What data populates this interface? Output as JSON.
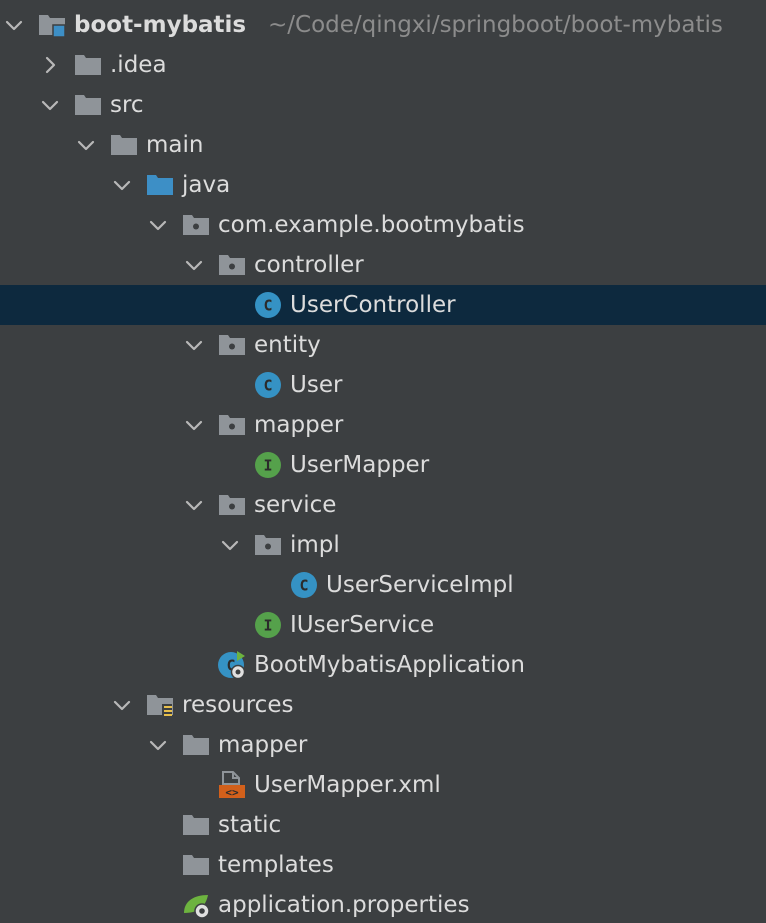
{
  "project": {
    "name": "boot-mybatis",
    "path": "~/Code/qingxi/springboot/boot-mybatis"
  },
  "tree": [
    {
      "label": "boot-mybatis",
      "depth": 0,
      "chevron": "expanded",
      "icon": "project-folder-icon",
      "bold": true,
      "has_path": true
    },
    {
      "label": ".idea",
      "depth": 1,
      "chevron": "collapsed",
      "icon": "folder-icon"
    },
    {
      "label": "src",
      "depth": 1,
      "chevron": "expanded",
      "icon": "folder-icon"
    },
    {
      "label": "main",
      "depth": 2,
      "chevron": "expanded",
      "icon": "folder-icon"
    },
    {
      "label": "java",
      "depth": 3,
      "chevron": "expanded",
      "icon": "source-folder-icon"
    },
    {
      "label": "com.example.bootmybatis",
      "depth": 4,
      "chevron": "expanded",
      "icon": "package-icon"
    },
    {
      "label": "controller",
      "depth": 5,
      "chevron": "expanded",
      "icon": "package-icon"
    },
    {
      "label": "UserController",
      "depth": 6,
      "chevron": "none",
      "icon": "class-icon",
      "selected": true
    },
    {
      "label": "entity",
      "depth": 5,
      "chevron": "expanded",
      "icon": "package-icon"
    },
    {
      "label": "User",
      "depth": 6,
      "chevron": "none",
      "icon": "class-icon"
    },
    {
      "label": "mapper",
      "depth": 5,
      "chevron": "expanded",
      "icon": "package-icon"
    },
    {
      "label": "UserMapper",
      "depth": 6,
      "chevron": "none",
      "icon": "interface-icon"
    },
    {
      "label": "service",
      "depth": 5,
      "chevron": "expanded",
      "icon": "package-icon"
    },
    {
      "label": "impl",
      "depth": 6,
      "chevron": "expanded",
      "icon": "package-icon"
    },
    {
      "label": "UserServiceImpl",
      "depth": 7,
      "chevron": "none",
      "icon": "class-icon"
    },
    {
      "label": "IUserService",
      "depth": 6,
      "chevron": "none",
      "icon": "interface-icon"
    },
    {
      "label": "BootMybatisApplication",
      "depth": 5,
      "chevron": "none",
      "icon": "spring-boot-class-icon"
    },
    {
      "label": "resources",
      "depth": 3,
      "chevron": "expanded",
      "icon": "resources-folder-icon"
    },
    {
      "label": "mapper",
      "depth": 4,
      "chevron": "expanded",
      "icon": "folder-icon"
    },
    {
      "label": "UserMapper.xml",
      "depth": 5,
      "chevron": "none",
      "icon": "xml-file-icon"
    },
    {
      "label": "static",
      "depth": 4,
      "chevron": "none",
      "icon": "folder-icon"
    },
    {
      "label": "templates",
      "depth": 4,
      "chevron": "none",
      "icon": "folder-icon"
    },
    {
      "label": "application.properties",
      "depth": 4,
      "chevron": "none",
      "icon": "spring-properties-icon"
    }
  ],
  "colors": {
    "background": "#3c3f41",
    "selection": "#0d293e",
    "text": "#dcdcdc",
    "path_text": "#8c8c8c",
    "folder": "#8f9499",
    "source_folder": "#3d8fc6",
    "class": "#3592c4",
    "interface": "#55a14b",
    "spring": "#6db33f",
    "xml": "#d2601b",
    "chevron": "#b8b8b8"
  }
}
